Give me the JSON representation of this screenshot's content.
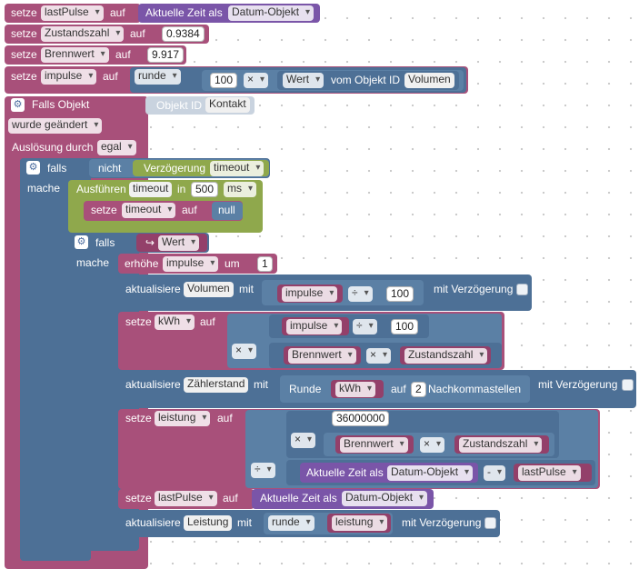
{
  "rows": {
    "row1": {
      "set": "setze",
      "var": "lastPulse",
      "to": "auf",
      "value": "Aktuelle Zeit als",
      "format": "Datum-Objekt"
    },
    "row2": {
      "set": "setze",
      "var": "Zustandszahl",
      "to": "auf",
      "value": "0.9384"
    },
    "row3": {
      "set": "setze",
      "var": "Brennwert",
      "to": "auf",
      "value": "9.917"
    },
    "row4": {
      "set": "setze",
      "var": "impulse",
      "to": "auf",
      "round": "runde",
      "num": "100",
      "op": "×",
      "wert": "Wert",
      "of_object": "vom Objekt ID",
      "object": "Volumen"
    }
  },
  "trigger": {
    "title": "Falls Objekt",
    "object_label": "Objekt ID",
    "object": "Kontakt",
    "changed": "wurde geändert",
    "trigger_by": "Auslösung durch",
    "trigger_value": "egal"
  },
  "if1": {
    "falls": "falls",
    "not": "nicht",
    "delay": "Verzögerung",
    "delay_name": "timeout",
    "mache": "mache",
    "exec": "Ausführen",
    "exec_name": "timeout",
    "in": "in",
    "ms_value": "500",
    "unit": "ms",
    "set": "setze",
    "set_var": "timeout",
    "to": "auf",
    "null": "null"
  },
  "if2": {
    "falls": "falls",
    "arrow": "↪",
    "wert": "Wert",
    "mache": "mache",
    "inc": "erhöhe",
    "inc_var": "impulse",
    "by": "um",
    "inc_value": "1"
  },
  "upd1": {
    "label": "aktualisiere",
    "target": "Volumen",
    "with": "mit",
    "var": "impulse",
    "op": "÷",
    "num": "100",
    "delay": "mit Verzögerung"
  },
  "kwh": {
    "set": "setze",
    "var": "kWh",
    "to": "auf",
    "op_mul": "×",
    "a_var": "impulse",
    "a_op": "÷",
    "a_num": "100",
    "b_var": "Brennwert",
    "b_op": "×",
    "b_var2": "Zustandszahl"
  },
  "upd2": {
    "label": "aktualisiere",
    "target": "Zählerstand",
    "with": "mit",
    "round": "Runde",
    "var": "kWh",
    "to": "auf",
    "digits": "2",
    "decimals": "Nachkommastellen",
    "delay": "mit Verzögerung"
  },
  "leistung": {
    "set": "setze",
    "var": "leistung",
    "to": "auf",
    "num": "36000000",
    "op_mul": "×",
    "op_div": "÷",
    "b_var": "Brennwert",
    "b_op": "×",
    "b_var2": "Zustandszahl",
    "time": "Aktuelle Zeit als",
    "format": "Datum-Objekt",
    "minus": "-",
    "last": "lastPulse"
  },
  "lastpulse2": {
    "set": "setze",
    "var": "lastPulse",
    "to": "auf",
    "value": "Aktuelle Zeit als",
    "format": "Datum-Objekt"
  },
  "upd3": {
    "label": "aktualisiere",
    "target": "Leistung",
    "with": "mit",
    "round": "runde",
    "var": "leistung",
    "delay": "mit Verzögerung"
  },
  "icons": {
    "gear": "gear-icon",
    "dropdown": "chevron-down-icon"
  }
}
